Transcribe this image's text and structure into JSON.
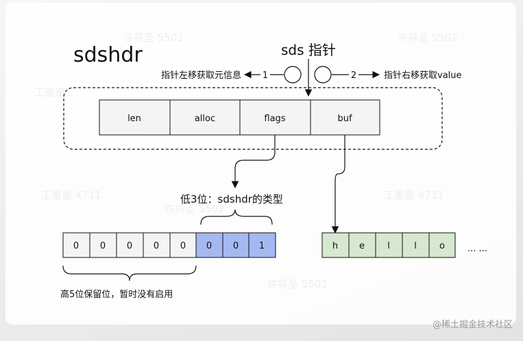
{
  "title": "sdshdr",
  "pointer_label": "sds 指针",
  "left_arrow": {
    "num": "1",
    "text": "指针左移获取元信息"
  },
  "right_arrow": {
    "num": "2",
    "text": "指针右移获取value"
  },
  "header_fields": [
    "len",
    "alloc",
    "flags",
    "buf"
  ],
  "flags_caption": "低3位：sdshdr的类型",
  "flags_bits": [
    "0",
    "0",
    "0",
    "0",
    "0",
    "0",
    "0",
    "1"
  ],
  "high_bits_caption": "高5位保留位，暂时没有启用",
  "buf_chars": [
    "h",
    "e",
    "l",
    "l",
    "o"
  ],
  "ellipsis": "... ...",
  "footer": "@稀土掘金技术社区",
  "colors": {
    "type_bits": "#a6b8f2",
    "buf_cells": "#d6e8cf",
    "box_fill": "#f4f4f4"
  }
}
